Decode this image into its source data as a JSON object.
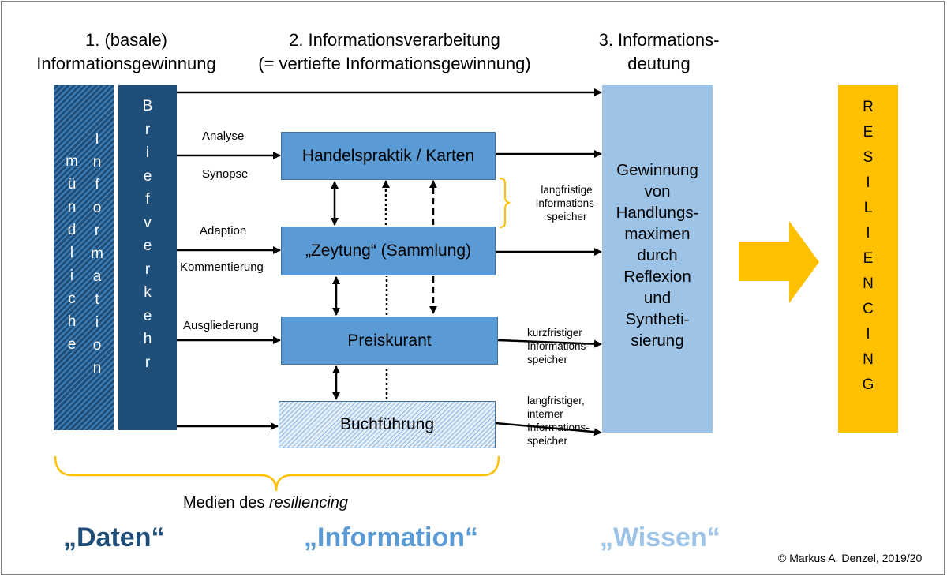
{
  "headers": {
    "col1_line1": "1. (basale)",
    "col1_line2": "Informationsgewinnung",
    "col2_line1": "2. Informationsverarbeitung",
    "col2_line2": "(= vertiefte Informationsgewinnung)",
    "col3_line1": "3. Informations-",
    "col3_line2": "deutung"
  },
  "columns": {
    "muendliche": [
      "m",
      "ü",
      "n",
      "d",
      "l",
      "i",
      "c",
      "h",
      "e"
    ],
    "information": [
      "I",
      "n",
      "f",
      "o",
      "r",
      "m",
      "a",
      "t",
      "i",
      "o",
      "n"
    ],
    "briefverkehr": [
      "B",
      "r",
      "i",
      "e",
      "f",
      "v",
      "e",
      "r",
      "k",
      "e",
      "h",
      "r"
    ]
  },
  "process_labels": {
    "analyse": "Analyse",
    "synopse": "Synopse",
    "adaption": "Adaption",
    "kommentierung": "Kommentierung",
    "ausgliederung": "Ausgliederung"
  },
  "boxes": {
    "handelspraktik": "Handelspraktik / Karten",
    "zeytung": "„Zeytung“ (Sammlung)",
    "preiskurant": "Preiskurant",
    "buchfuehrung": "Buchführung"
  },
  "annotations": {
    "langfristige": [
      "langfristige",
      "Informations-",
      "speicher"
    ],
    "kurzfristiger": [
      "kurzfristiger",
      "Informations-",
      "speicher"
    ],
    "langfristiger_intern": [
      "langfristiger,",
      "interner",
      "Informations-",
      "speicher"
    ]
  },
  "knowledge_box": [
    "Gewinnung",
    "von",
    "Handlungs-",
    "maximen",
    "durch",
    "Reflexion",
    "und",
    "Syntheti-",
    "sierung"
  ],
  "resiliencing": [
    "R",
    "E",
    "S",
    "I",
    "L",
    "I",
    "E",
    "N",
    "C",
    "I",
    "N",
    "G"
  ],
  "brace_label": {
    "prefix": "Medien des ",
    "italic": "resiliencing"
  },
  "bottom_words": {
    "daten": "„Daten“",
    "information": "„Information“",
    "wissen": "„Wissen“"
  },
  "copyright": "© Markus A. Denzel, 2019/20",
  "colors": {
    "dark_blue": "#1f4e79",
    "mid_blue": "#5b9bd5",
    "light_blue": "#9dc3e6",
    "gold": "#ffc000"
  }
}
